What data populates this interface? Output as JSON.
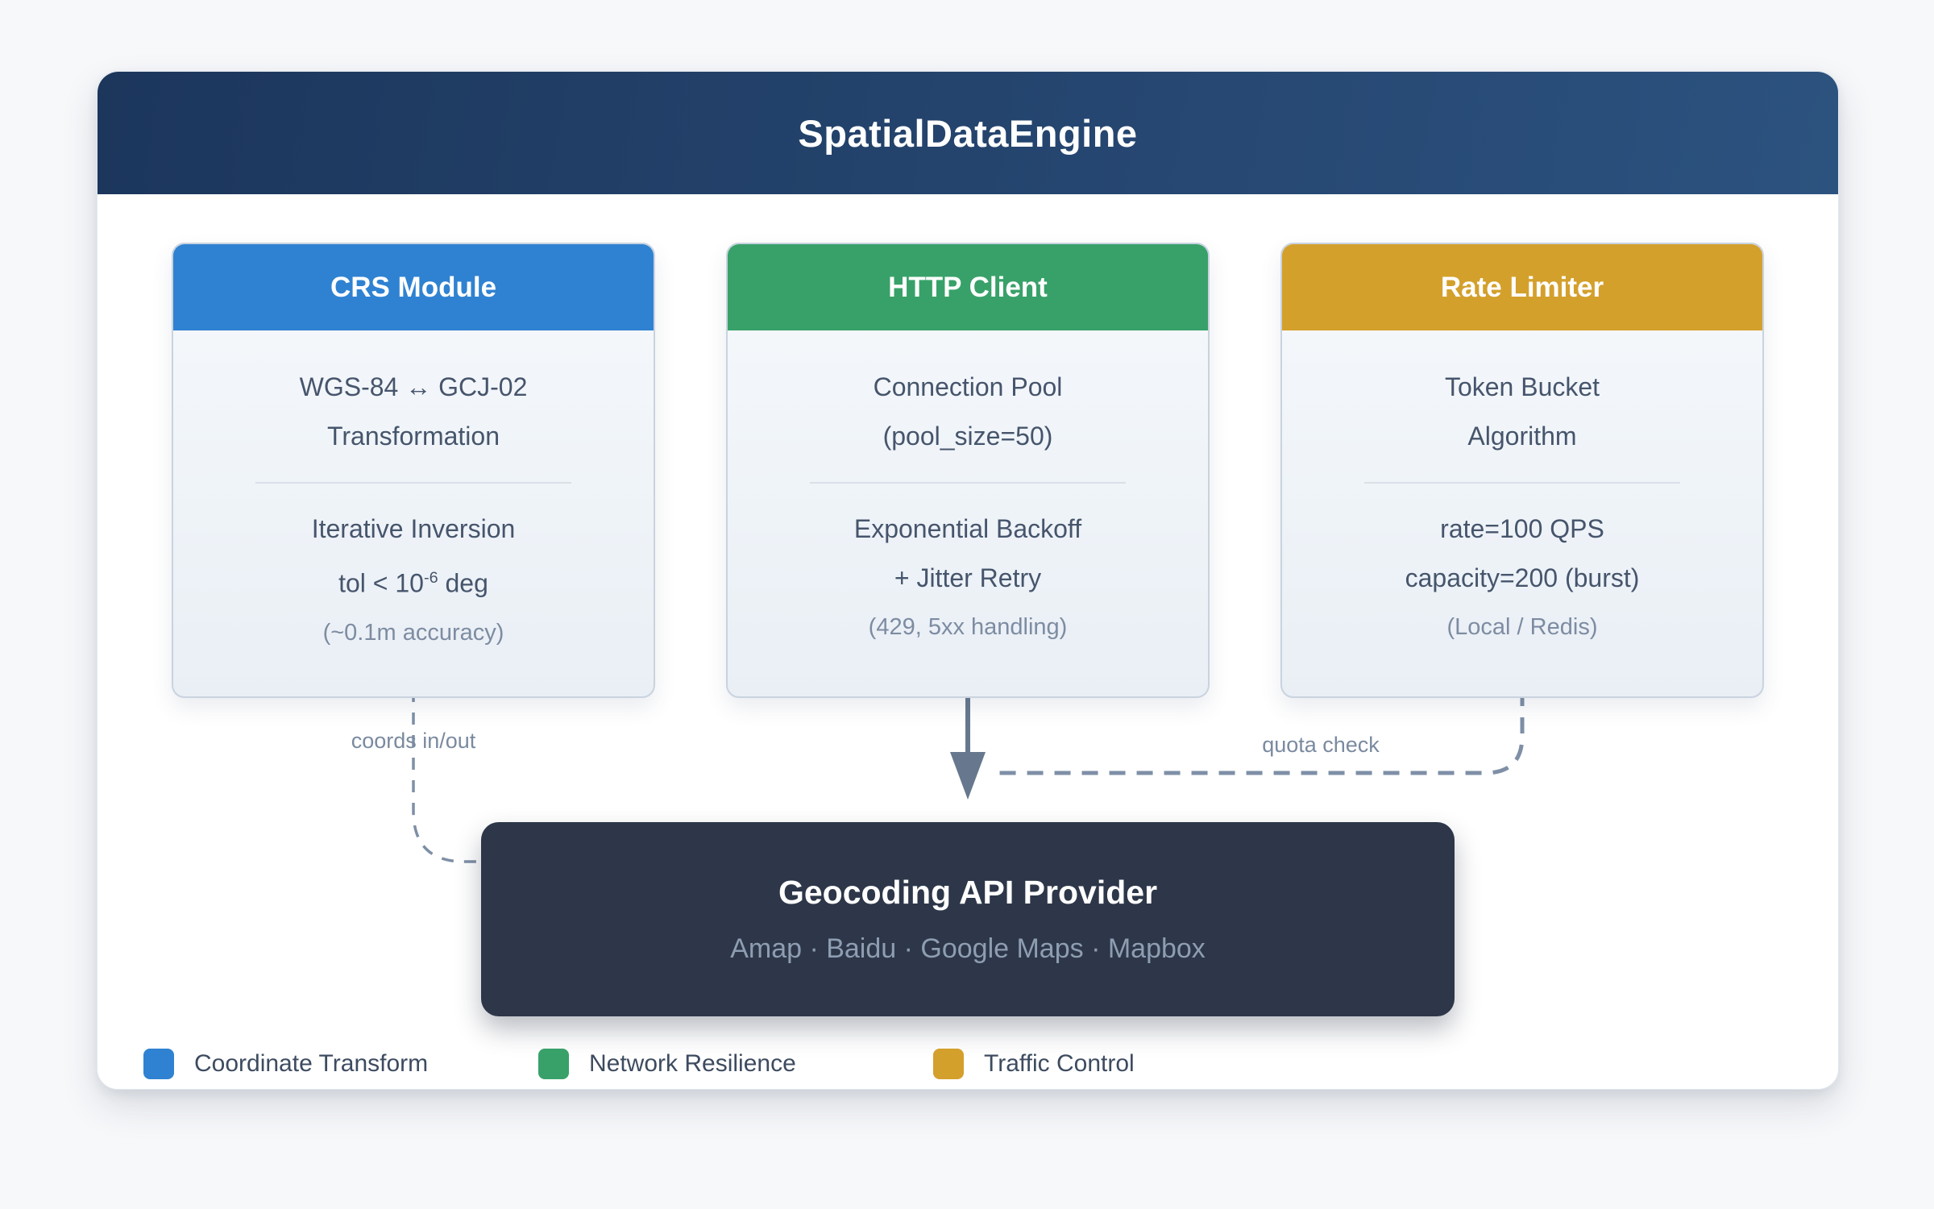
{
  "header": {
    "title": "SpatialDataEngine"
  },
  "modules": [
    {
      "title": "CRS Module",
      "accent": "#2F82D2",
      "line1": "WGS-84 ↔ GCJ-02",
      "line2": "Transformation",
      "spec1": "Iterative Inversion",
      "spec2_prefix": "tol < 10",
      "spec2_sup": "-6",
      "spec2_suffix": " deg",
      "note": "(~0.1m accuracy)"
    },
    {
      "title": "HTTP Client",
      "accent": "#38A169",
      "line1": "Connection Pool",
      "line2": "(pool_size=50)",
      "spec1": "Exponential Backoff",
      "spec2": "+ Jitter Retry",
      "note": "(429, 5xx handling)"
    },
    {
      "title": "Rate Limiter",
      "accent": "#D4A02C",
      "line1": "Token Bucket",
      "line2": "Algorithm",
      "spec1": "rate=100 QPS",
      "spec2": "capacity=200 (burst)",
      "note": "(Local / Redis)"
    }
  ],
  "connectors": {
    "crs_to_provider_label": "coords in/out",
    "rate_to_provider_label": "quota check"
  },
  "provider": {
    "title": "Geocoding API Provider",
    "subtitle": "Amap · Baidu · Google Maps · Mapbox"
  },
  "legend": [
    {
      "label": "Coordinate Transform",
      "color": "#2F82D2"
    },
    {
      "label": "Network Resilience",
      "color": "#38A169"
    },
    {
      "label": "Traffic Control",
      "color": "#D4A02C"
    }
  ],
  "colors": {
    "banner_gradient_start": "#1C365C",
    "banner_gradient_end": "#2C527F",
    "provider_bg": "#2D3749",
    "dashed_connector": "#7E8FA6",
    "arrow_connector": "#67788E"
  }
}
